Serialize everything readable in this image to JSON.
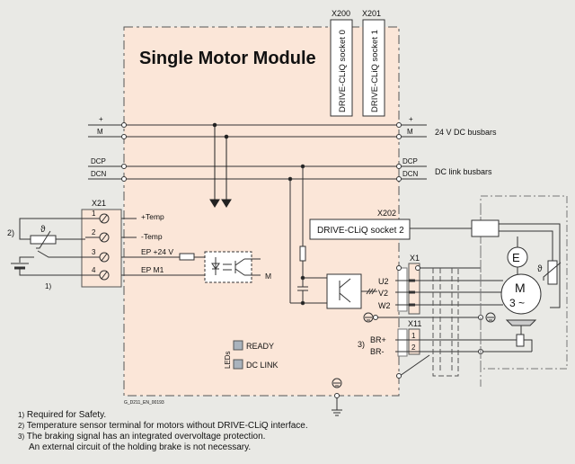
{
  "module": {
    "title": "Single Motor Module",
    "drawing_id": "G_D211_EN_00193"
  },
  "sockets": [
    {
      "id": "X200",
      "label": "DRIVE-CLiQ socket 0"
    },
    {
      "id": "X201",
      "label": "DRIVE-CLiQ socket 1"
    },
    {
      "id": "X202",
      "label": "DRIVE-CLiQ socket 2"
    }
  ],
  "busbars": {
    "plus": "+",
    "m": "M",
    "dcp": "DCP",
    "dcn": "DCN",
    "dc24_label": "24 V DC busbars",
    "dclink_label": "DC link busbars"
  },
  "x21": {
    "id": "X21",
    "pins": [
      {
        "num": "1",
        "signal": "+Temp"
      },
      {
        "num": "2",
        "signal": "-Temp"
      },
      {
        "num": "3",
        "signal": "EP +24 V"
      },
      {
        "num": "4",
        "signal": "EP M1"
      }
    ],
    "note_temp": "2)",
    "note_safety": "1)",
    "theta": "ϑ",
    "opto_m": "M"
  },
  "x1": {
    "id": "X1",
    "phases": [
      "U2",
      "V2",
      "W2"
    ]
  },
  "x11": {
    "id": "X11",
    "pins": [
      "1",
      "2"
    ],
    "signals": [
      "BR+",
      "BR-"
    ],
    "note": "3)"
  },
  "leds": {
    "heading": "LEDs",
    "items": [
      {
        "label": "READY",
        "color": "#a9b3bd"
      },
      {
        "label": "DC LINK",
        "color": "#a9b3bd"
      }
    ]
  },
  "motor": {
    "encoder": "E",
    "motor_line1": "M",
    "motor_line2": "3 ~",
    "theta": "ϑ"
  },
  "footnotes": [
    {
      "mark": "1)",
      "text": "Required for Safety."
    },
    {
      "mark": "2)",
      "text": "Temperature sensor terminal for motors without DRIVE-CLiQ interface."
    },
    {
      "mark": "3)",
      "text": "The braking signal has an integrated overvoltage protection."
    },
    {
      "mark": "",
      "text": "An external circuit of the holding brake is not necessary."
    }
  ],
  "colors": {
    "module_fill": "#fbe6d8",
    "background": "#e9e9e5",
    "line": "#222222"
  }
}
